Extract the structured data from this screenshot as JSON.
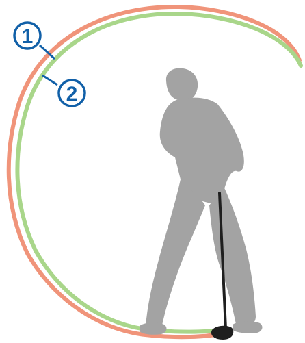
{
  "callouts": [
    {
      "number": "1",
      "meaning": "swing-path-arc-orange"
    },
    {
      "number": "2",
      "meaning": "swing-path-arc-green"
    }
  ],
  "colors": {
    "arc_1": "#f0947a",
    "arc_2": "#a9d68a",
    "golfer": "#a3a3a3",
    "club_shaft": "#1f1f1f",
    "callout": "#1160a8",
    "background": "#ffffff"
  }
}
